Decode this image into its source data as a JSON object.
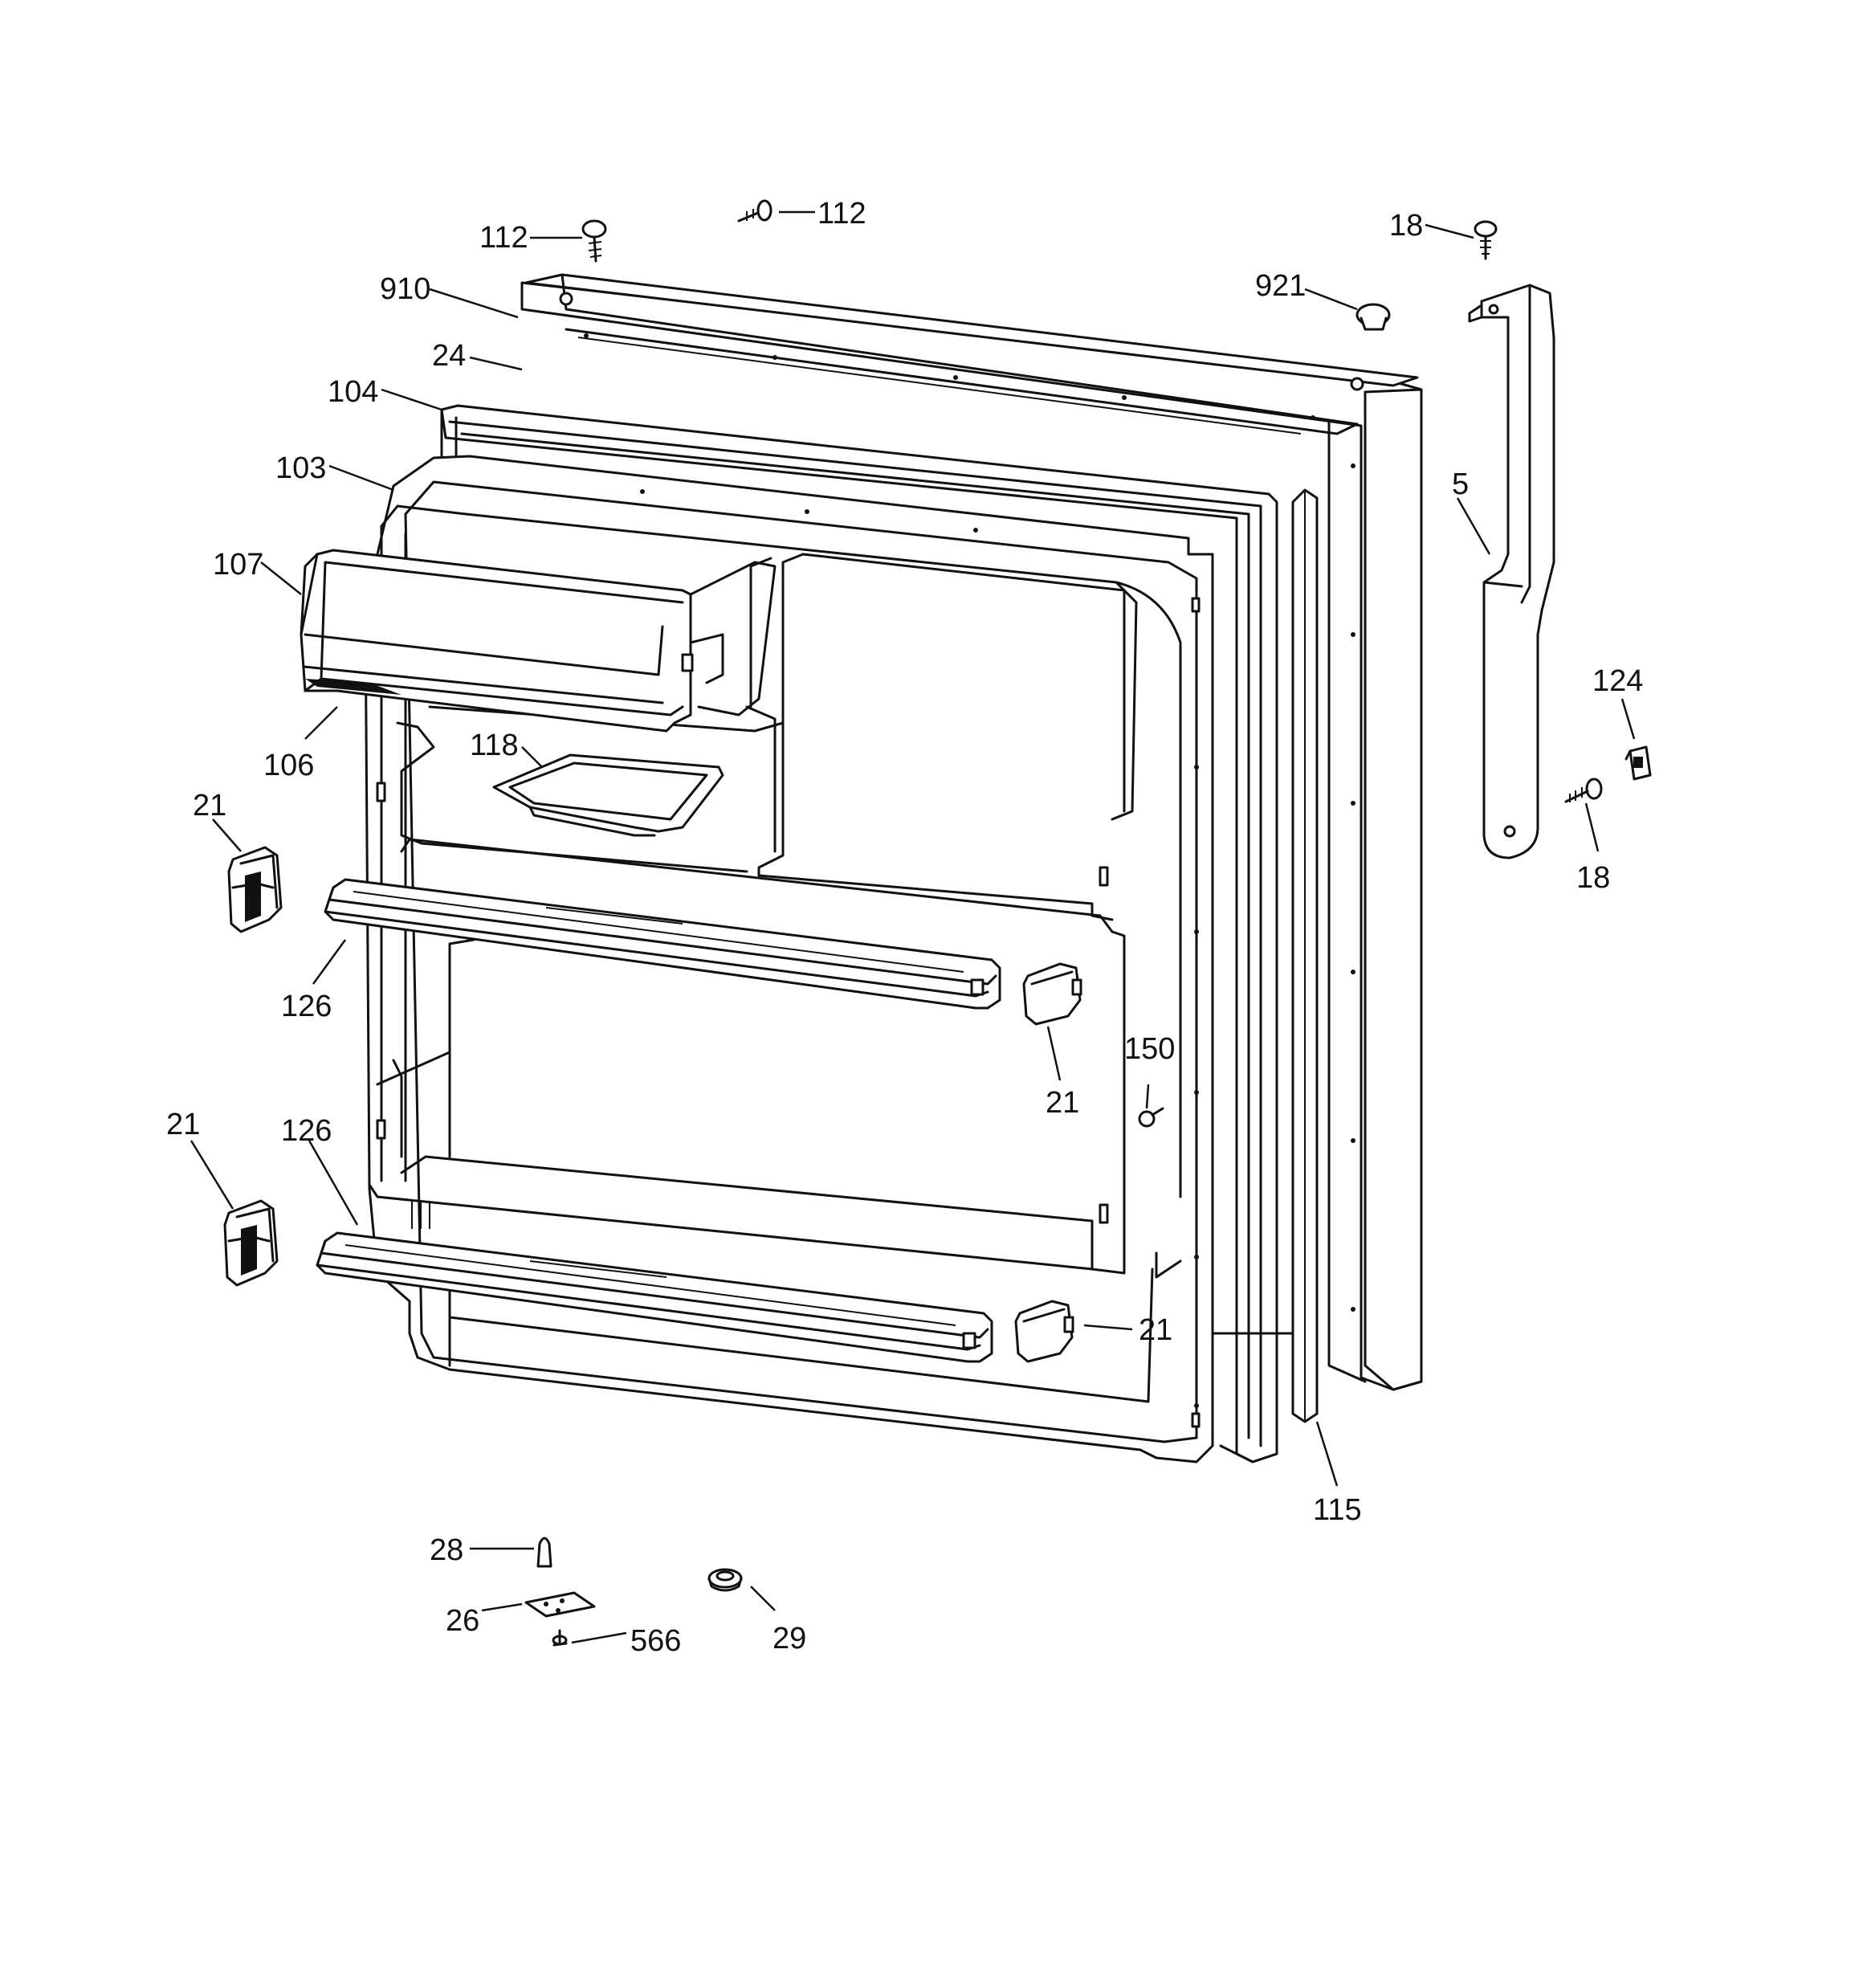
{
  "callouts": [
    {
      "id": "112a",
      "text": "112"
    },
    {
      "id": "112b",
      "text": "112"
    },
    {
      "id": "18a",
      "text": "18"
    },
    {
      "id": "910",
      "text": "910"
    },
    {
      "id": "921",
      "text": "921"
    },
    {
      "id": "24",
      "text": "24"
    },
    {
      "id": "104",
      "text": "104"
    },
    {
      "id": "103",
      "text": "103"
    },
    {
      "id": "5",
      "text": "5"
    },
    {
      "id": "107",
      "text": "107"
    },
    {
      "id": "124",
      "text": "124"
    },
    {
      "id": "106",
      "text": "106"
    },
    {
      "id": "118",
      "text": "118"
    },
    {
      "id": "21a",
      "text": "21"
    },
    {
      "id": "18b",
      "text": "18"
    },
    {
      "id": "126a",
      "text": "126"
    },
    {
      "id": "150",
      "text": "150"
    },
    {
      "id": "21b",
      "text": "21"
    },
    {
      "id": "21c",
      "text": "21"
    },
    {
      "id": "126b",
      "text": "126"
    },
    {
      "id": "21d",
      "text": "21"
    },
    {
      "id": "115",
      "text": "115"
    },
    {
      "id": "28",
      "text": "28"
    },
    {
      "id": "26",
      "text": "26"
    },
    {
      "id": "566",
      "text": "566"
    },
    {
      "id": "29",
      "text": "29"
    }
  ]
}
